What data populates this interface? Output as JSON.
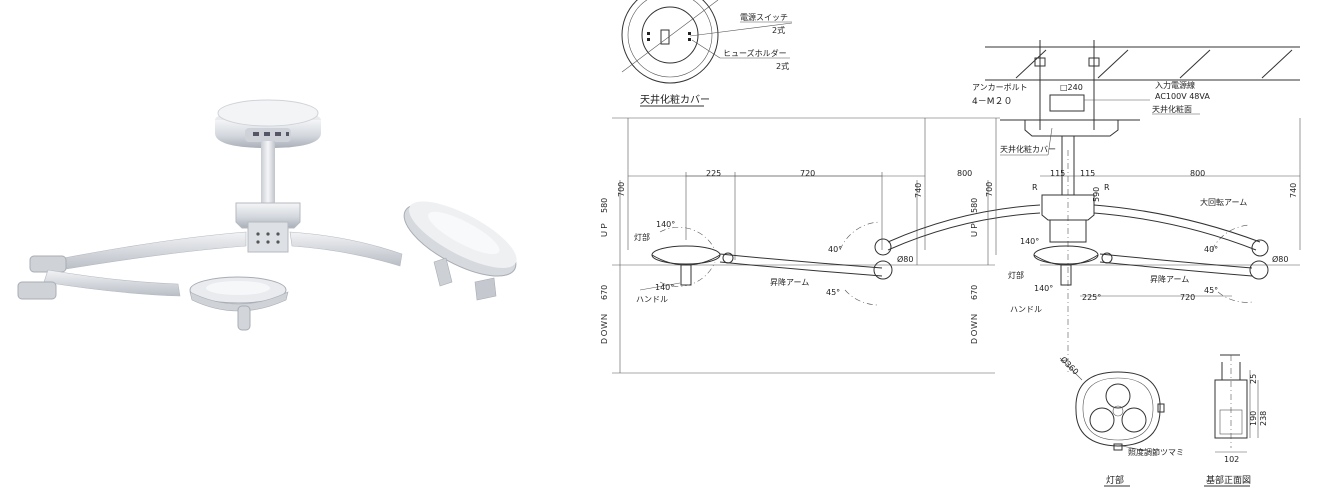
{
  "top_cover": {
    "switch_label": "電源スイッチ",
    "switch_qty": "2式",
    "fuse_label": "ヒューズホルダー",
    "fuse_qty": "2式",
    "cover_title": "天井化粧カバー"
  },
  "mount": {
    "anchor_label": "アンカーボルト",
    "anchor_spec": "4－M２０",
    "base_size": "□240",
    "power_label": "入力電源線",
    "power_spec": "AC100V 48VA",
    "ceiling_surface": "天井化粧面",
    "cover_callout": "天井化粧カバー"
  },
  "left_view": {
    "dim_225": "225",
    "dim_720": "720",
    "dim_800": "800",
    "dim_700": "700",
    "dim_740": "740",
    "up_label": "ＵＰ",
    "up_value": "580",
    "down_label": "ＤＯＷＮ",
    "down_value": "670",
    "lamp_label": "灯部",
    "handle_label": "ハンドル",
    "angle_140a": "140°",
    "angle_140b": "140°",
    "angle_40": "40°",
    "angle_45": "45°",
    "dia_80": "Ø80",
    "lift_arm": "昇降アーム"
  },
  "right_view": {
    "dim_115a": "115",
    "dim_115b": "115",
    "dim_800": "800",
    "dim_700": "700",
    "dim_590": "590",
    "dim_740": "740",
    "up_label": "ＵＰ",
    "up_value": "580",
    "down_label": "ＤＯＷＮ",
    "down_value": "670",
    "r_left": "R",
    "r_right": "R",
    "big_arm": "大回転アーム",
    "angle_140a": "140°",
    "angle_140b": "140°",
    "angle_40": "40°",
    "angle_45": "45°",
    "dia_80": "Ø80",
    "dim_225": "225°",
    "dim_720": "720",
    "lamp_label": "灯部",
    "handle_label": "ハンドル",
    "lift_arm": "昇降アーム"
  },
  "lamp_head": {
    "dia_360": "Ø360",
    "dimmer_label": "照度調節ツマミ",
    "title": "灯部"
  },
  "base_front": {
    "dim_25": "25",
    "dim_190": "190",
    "dim_238": "238",
    "dim_102": "102",
    "title": "基部正面図"
  }
}
